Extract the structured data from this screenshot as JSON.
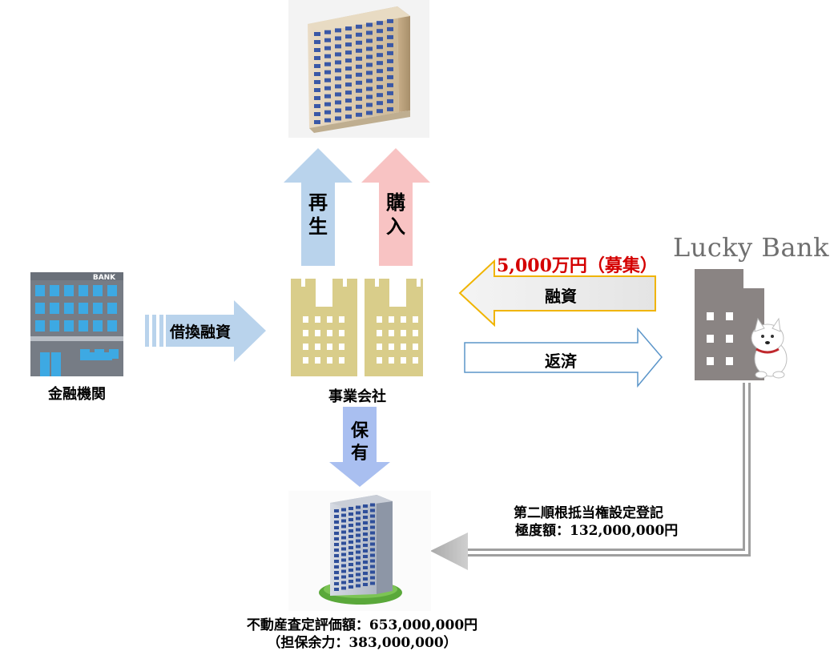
{
  "labels": {
    "bank_caption": "金融機関",
    "bank_sign": "BANK",
    "refinance": "借換融資",
    "company": "事業会社",
    "regenerate": "再生",
    "purchase": "購入",
    "hold": "保有",
    "amount": "5,000万円（募集）",
    "loan": "融資",
    "repay": "返済",
    "brand": "Lucky Bank",
    "mortgage_line1": "第二順根抵当権設定登記",
    "mortgage_line2": "極度額：132,000,000円",
    "valuation_line1": "不動産査定評価額：653,000,000円",
    "valuation_line2": "（担保余力：383,000,000）"
  },
  "colors": {
    "blue_arrow": "#b9d3ec",
    "pink_arrow": "#f8c3c3",
    "hold_arrow": "#a9bff0",
    "loan_border": "#f0b400",
    "repay_border": "#5b95c9",
    "amount_text": "#d40000",
    "company_building": "#d9cd8a",
    "lucky_building": "#8a8483"
  }
}
